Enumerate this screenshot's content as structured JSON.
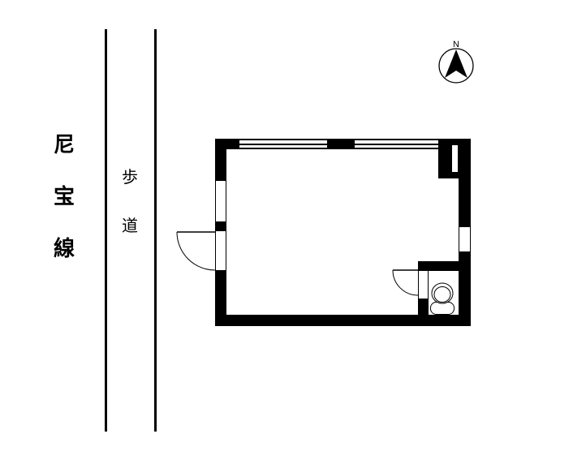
{
  "colors": {
    "ink": "#000000",
    "paper": "#ffffff"
  },
  "road": {
    "name": "尼宝線",
    "name_chars": [
      "尼",
      "宝",
      "線"
    ],
    "sidewalk": "歩道",
    "sidewalk_chars": [
      "歩",
      "道"
    ]
  },
  "compass": {
    "label": "N"
  },
  "icons": {
    "compass": "north-arrow-icon",
    "toilet": "toilet-icon"
  }
}
